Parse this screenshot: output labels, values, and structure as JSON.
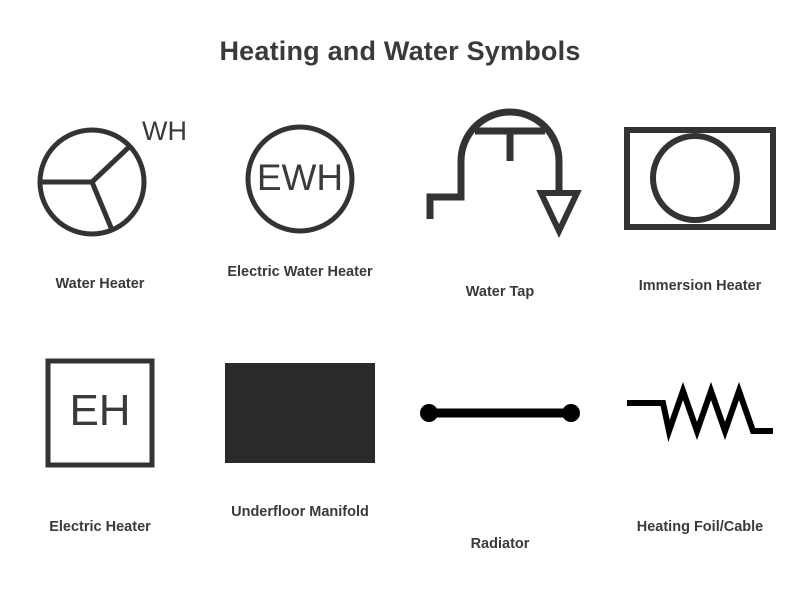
{
  "page": {
    "title": "Heating and Water Symbols",
    "background_color": "#ffffff",
    "ink_color": "#333333",
    "title_color": "#3a3a3a"
  },
  "symbols": [
    {
      "id": "water-heater",
      "label": "Water Heater",
      "annotation": "WH",
      "icon": "water-heater-icon",
      "description": "circle divided into three sectors"
    },
    {
      "id": "electric-water-heater",
      "label": "Electric Water Heater",
      "annotation": "EWH",
      "icon": "electric-water-heater-icon",
      "description": "circle containing letters EWH"
    },
    {
      "id": "water-tap",
      "label": "Water Tap",
      "annotation": "",
      "icon": "water-tap-icon",
      "description": "tap with handle, spout arc and downward flow arrow"
    },
    {
      "id": "immersion-heater",
      "label": "Immersion Heater",
      "annotation": "",
      "icon": "immersion-heater-icon",
      "description": "rectangle containing a circle"
    },
    {
      "id": "electric-heater",
      "label": "Electric Heater",
      "annotation": "EH",
      "icon": "electric-heater-icon",
      "description": "square containing letters EH"
    },
    {
      "id": "underfloor-manifold",
      "label": "Underfloor Manifold",
      "annotation": "",
      "icon": "underfloor-manifold-icon",
      "description": "solid filled rectangle"
    },
    {
      "id": "radiator",
      "label": "Radiator",
      "annotation": "",
      "icon": "radiator-icon",
      "description": "thick horizontal line with filled dots at both ends"
    },
    {
      "id": "heating-foil-cable",
      "label": "Heating Foil/Cable",
      "annotation": "",
      "icon": "heating-foil-cable-icon",
      "description": "zigzag resistor line with leads"
    }
  ]
}
